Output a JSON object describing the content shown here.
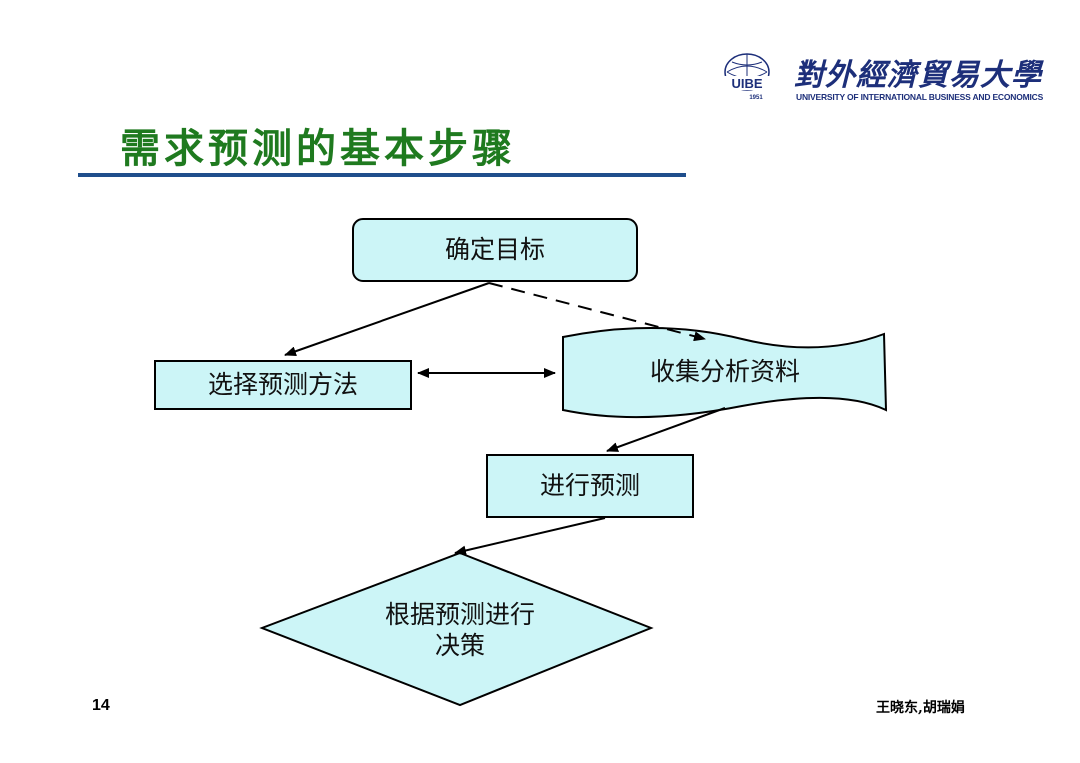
{
  "header": {
    "logo_emblem_text": "UIBE",
    "logo_year": "1951",
    "logo_cn": "對外經濟貿易大學",
    "logo_en": "UNIVERSITY OF INTERNATIONAL BUSINESS AND ECONOMICS"
  },
  "title": "需求预测的基本步骤",
  "diagram": {
    "nodes": {
      "set_goal": "确定目标",
      "choose_method": "选择预测方法",
      "collect_data": "收集分析资料",
      "forecast": "进行预测",
      "decision": "根据预测进行决策"
    },
    "decision_lines": [
      "根据预测进行",
      "决策"
    ],
    "colors": {
      "node_fill": "#ccf5f7",
      "node_stroke": "#000000",
      "title_green": "#1f7a1f",
      "rule_blue": "#1f4e8c"
    }
  },
  "footer": {
    "page_number": "14",
    "author": "王晓东,胡瑞娟"
  }
}
